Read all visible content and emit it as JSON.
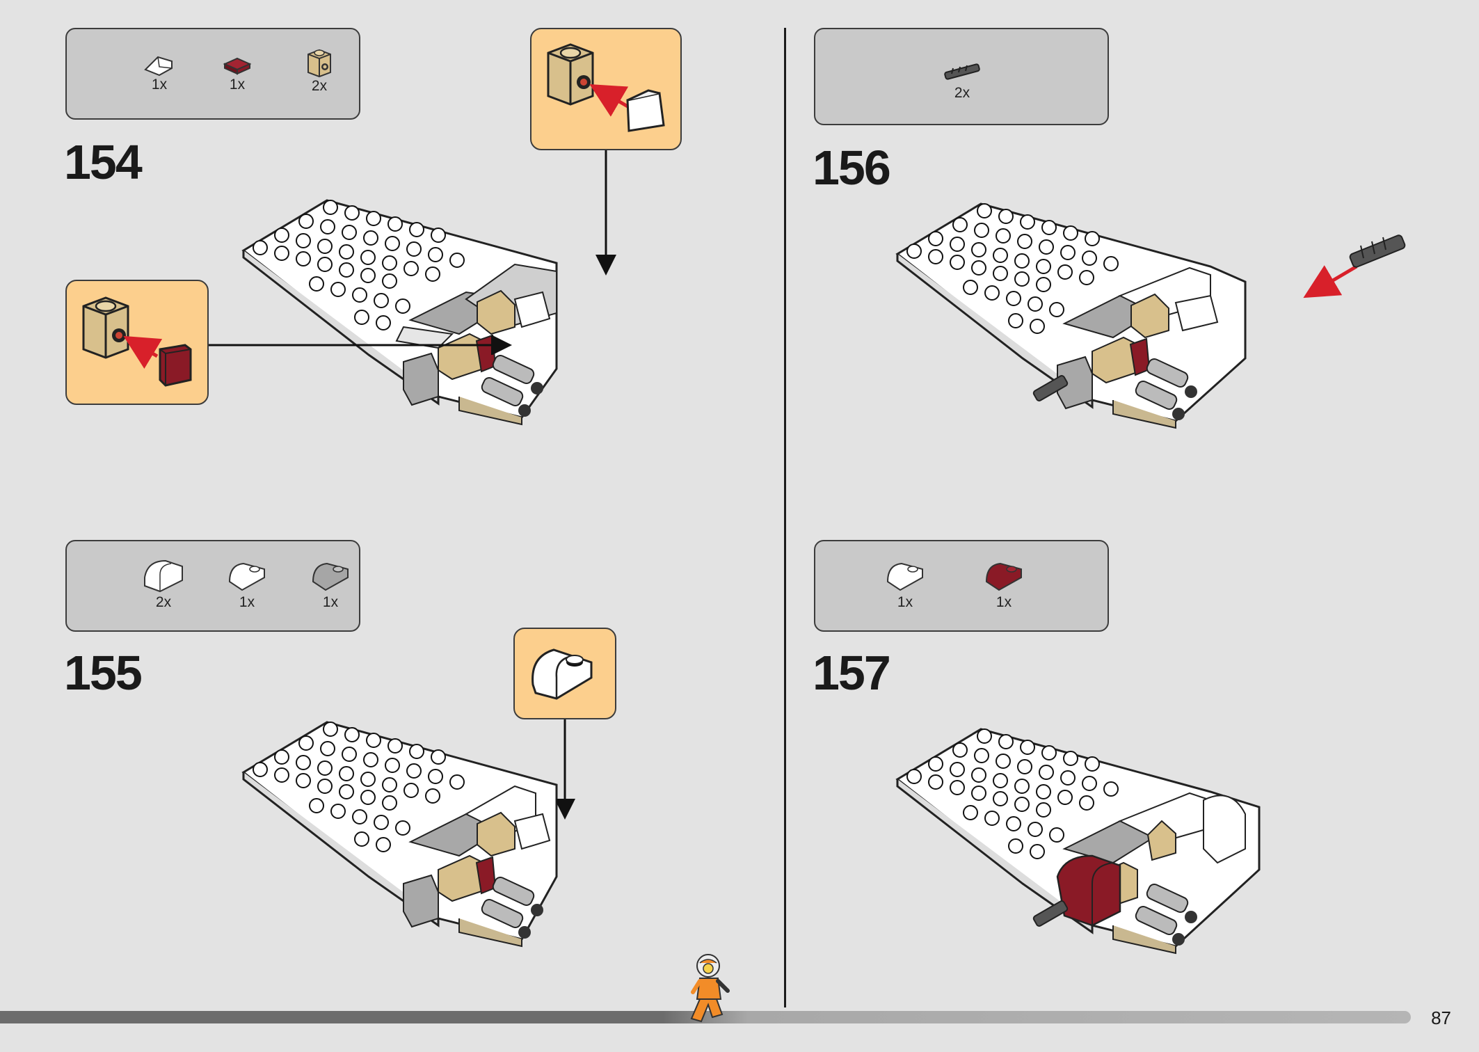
{
  "page": {
    "number": "87"
  },
  "progress": {
    "fraction": 0.5
  },
  "steps": [
    {
      "number": "154",
      "parts": [
        {
          "name": "white-slope-tile",
          "qty": "1x"
        },
        {
          "name": "dark-red-tile",
          "qty": "1x"
        },
        {
          "name": "tan-brick-with-stud",
          "qty": "2x"
        }
      ]
    },
    {
      "number": "155",
      "parts": [
        {
          "name": "white-curved-slope",
          "qty": "2x"
        },
        {
          "name": "white-curved-slope-stud",
          "qty": "1x"
        },
        {
          "name": "gray-curved-slope-stud",
          "qty": "1x"
        }
      ]
    },
    {
      "number": "156",
      "parts": [
        {
          "name": "dark-gray-blaster",
          "qty": "2x"
        }
      ]
    },
    {
      "number": "157",
      "parts": [
        {
          "name": "white-curved-slope-stud",
          "qty": "1x"
        },
        {
          "name": "dark-red-curved-slope",
          "qty": "1x"
        }
      ]
    }
  ],
  "colors": {
    "background": "#e3e3e3",
    "parts_box": "#c9c9c9",
    "callout": "#fccf8d",
    "dark_red": "#8a1a26",
    "tan": "#d8c08c",
    "arrow_red": "#d8202a"
  }
}
